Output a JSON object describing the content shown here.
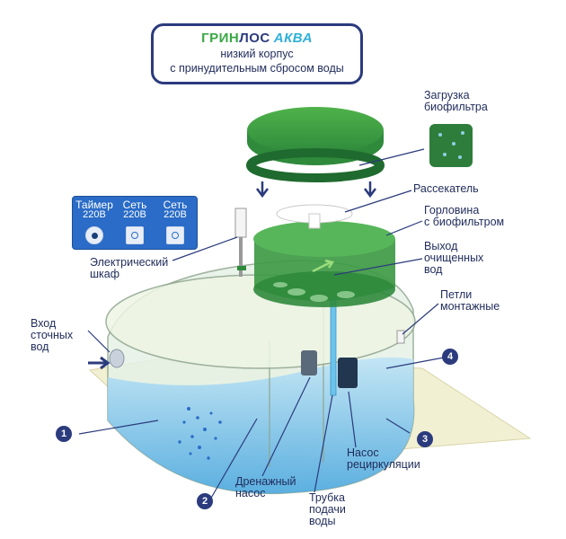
{
  "title": {
    "brand_green": "ГРИН",
    "brand_blue": "ЛОС",
    "brand_product": "АКВА",
    "subtitle_1": "низкий корпус",
    "subtitle_2": "с принудительным сбросом воды"
  },
  "labels": {
    "biofilter_load": "Загрузка\nбиофильтра",
    "splitter": "Рассекатель",
    "neck": "Горловина\nс биофильтром",
    "outlet": "Выход\nочищенных\nвод",
    "loops": "Петли\nмонтажные",
    "inlet": "Вход\nсточных\nвод",
    "cabinet": "Электрический\nшкаф",
    "drain_pump": "Дренажный\nнасос",
    "supply_tube": "Трубка\nподачи\nводы",
    "recirc_pump": "Насос\nрециркуляции"
  },
  "panel": {
    "timer_l1": "Таймер",
    "timer_l2": "220В",
    "net1_l1": "Сеть",
    "net1_l2": "220В",
    "net2_l1": "Сеть",
    "net2_l2": "220В"
  },
  "badges": [
    "1",
    "2",
    "3",
    "4"
  ],
  "colors": {
    "navy": "#2b3b7d",
    "green": "#39a845",
    "water": "#5fb8e8",
    "biofilter": "#2f8a3c",
    "base": "#f2f0d2"
  }
}
